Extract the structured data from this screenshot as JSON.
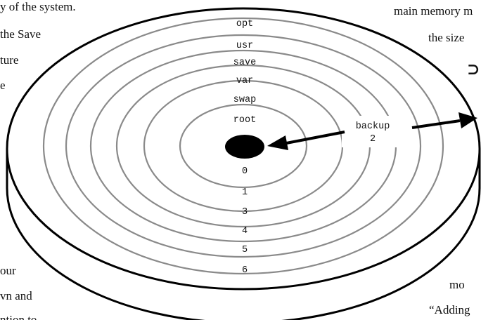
{
  "background_text": {
    "left": [
      "y of the system.",
      "the Save",
      "ture",
      "e",
      "our",
      "vn and",
      "ntion to"
    ],
    "right": [
      "main memory m",
      "the size",
      "⊃",
      "mo",
      "“Adding"
    ]
  },
  "diagram": {
    "top_slices": [
      "opt",
      "usr",
      "save",
      "var",
      "swap",
      "root"
    ],
    "bottom_slices": [
      "0",
      "1",
      "3",
      "4",
      "5",
      "6"
    ],
    "backup_label": "backup",
    "backup_number": "2"
  }
}
